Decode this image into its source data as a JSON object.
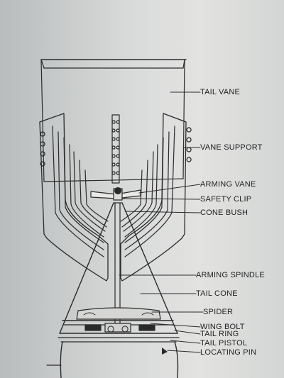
{
  "labels": {
    "tail_vane": "TAIL VANE",
    "vane_support": "VANE SUPPORT",
    "arming_vane": "ARMING VANE",
    "safety_clip": "SAFETY CLIP",
    "cone_bush": "CONE BUSH",
    "arming_spindle": "ARMING SPINDLE",
    "tail_cone": "TAIL CONE",
    "spider": "SPIDER",
    "wing_bolt": "WING BOLT",
    "tail_ring": "TAIL RING",
    "tail_pistol": "TAIL PISTOL",
    "locating_pin": "LOCATING PIN"
  },
  "colors": {
    "ink": "#2a2a2a",
    "paper": "#dcdedc"
  }
}
